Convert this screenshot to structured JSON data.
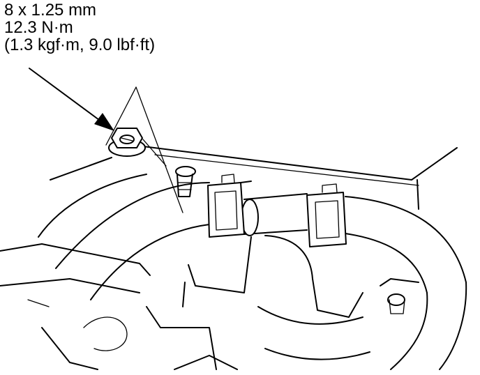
{
  "callout": {
    "bolt_size": "8 x 1.25 mm",
    "torque_nm": "12.3 N·m",
    "torque_alt": "(1.3 kgf·m, 9.0 lbf·ft)"
  },
  "colors": {
    "line": "#000000",
    "background": "#ffffff"
  },
  "icons": [
    "flange-nut-icon",
    "clip-icon",
    "arrow-icon"
  ]
}
